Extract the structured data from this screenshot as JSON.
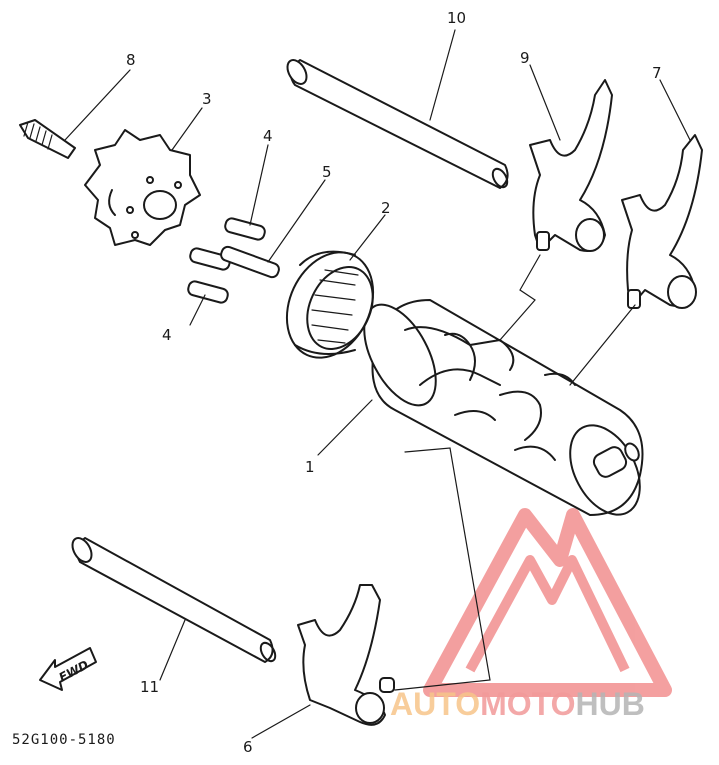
{
  "diagram": {
    "part_code": "52G100-5180",
    "fwd_label": "FWD",
    "callouts": [
      "1",
      "2",
      "3",
      "4",
      "4",
      "5",
      "6",
      "7",
      "8",
      "9",
      "10",
      "11"
    ]
  },
  "watermark": {
    "part1": "AUTO",
    "part2": "MOTO",
    "part3": "HUB",
    "colors": {
      "auto": "#f7c58a",
      "moto": "#f29a9a",
      "hub": "#b5b5b5",
      "logo_stroke": "#f08080"
    }
  },
  "colors": {
    "ink": "#1a1a1a",
    "background": "#ffffff"
  }
}
